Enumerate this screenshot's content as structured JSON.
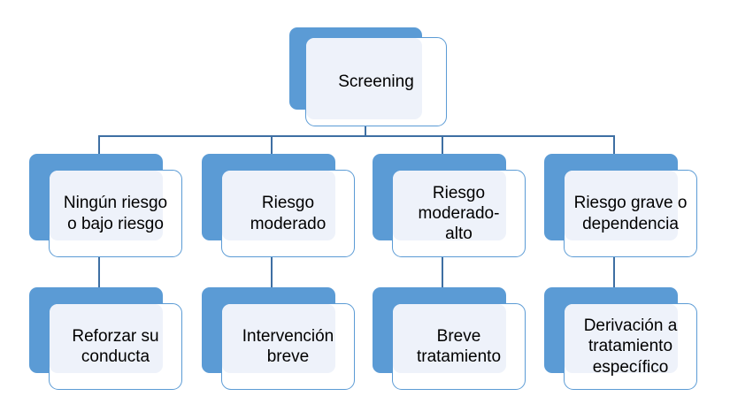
{
  "diagram": {
    "type": "hierarchy-flowchart",
    "title": "Screening",
    "colors": {
      "shadow_blue": "#5B9BD5",
      "card_border": "#5B9BD5",
      "card_fill": "#EEF2FA",
      "card_background": "#FFFFFF",
      "connector": "#3E6FA3",
      "text": "#000000",
      "canvas": "#FFFFFF"
    },
    "levels": [
      {
        "level": 1,
        "name": "screening-level",
        "nodes": [
          {
            "id": "screening",
            "label": "Screening"
          }
        ]
      },
      {
        "level": 2,
        "name": "risk-level",
        "nodes": [
          {
            "id": "risk-none-low",
            "label": "Ningún riesgo\no bajo riesgo"
          },
          {
            "id": "risk-moderate",
            "label": "Riesgo\nmoderado"
          },
          {
            "id": "risk-moderate-high",
            "label": "Riesgo\nmoderado-\nalto"
          },
          {
            "id": "risk-severe",
            "label": "Riesgo grave o\ndependencia"
          }
        ]
      },
      {
        "level": 3,
        "name": "action-level",
        "nodes": [
          {
            "id": "action-reinforce",
            "label": "Reforzar su\nconducta"
          },
          {
            "id": "action-brief-intervention",
            "label": "Intervención\nbreve"
          },
          {
            "id": "action-brief-treatment",
            "label": "Breve\ntratamiento"
          },
          {
            "id": "action-referral",
            "label": "Derivación a\ntratamiento\nespecífico"
          }
        ]
      }
    ],
    "edges": [
      {
        "from": "screening",
        "to": "risk-none-low"
      },
      {
        "from": "screening",
        "to": "risk-moderate"
      },
      {
        "from": "screening",
        "to": "risk-moderate-high"
      },
      {
        "from": "screening",
        "to": "risk-severe"
      },
      {
        "from": "risk-none-low",
        "to": "action-reinforce"
      },
      {
        "from": "risk-moderate",
        "to": "action-brief-intervention"
      },
      {
        "from": "risk-moderate-high",
        "to": "action-brief-treatment"
      },
      {
        "from": "risk-severe",
        "to": "action-referral"
      }
    ]
  }
}
